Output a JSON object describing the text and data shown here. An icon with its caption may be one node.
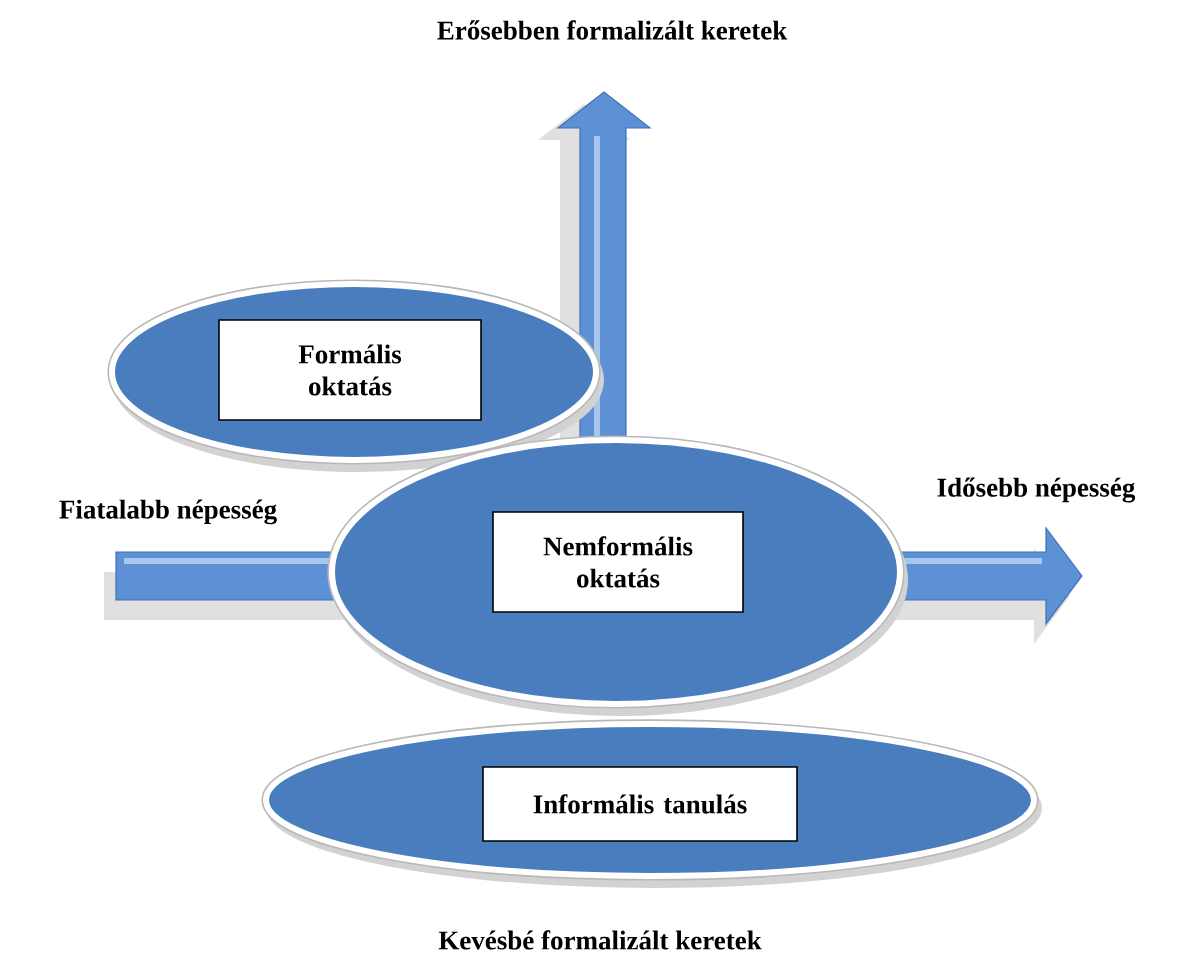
{
  "diagram": {
    "nodes": [
      {
        "text": [
          "Formális oktatás"
        ]
      },
      {
        "text": [
          "Nemformális oktatás"
        ]
      },
      {
        "text": [
          "Informális tanulás"
        ]
      }
    ],
    "labels": [
      "Erősebben formalizált keretek",
      "Fiatalabb népesség",
      "Idősebb népesség",
      "Kevésbé formalizált keretek"
    ]
  }
}
